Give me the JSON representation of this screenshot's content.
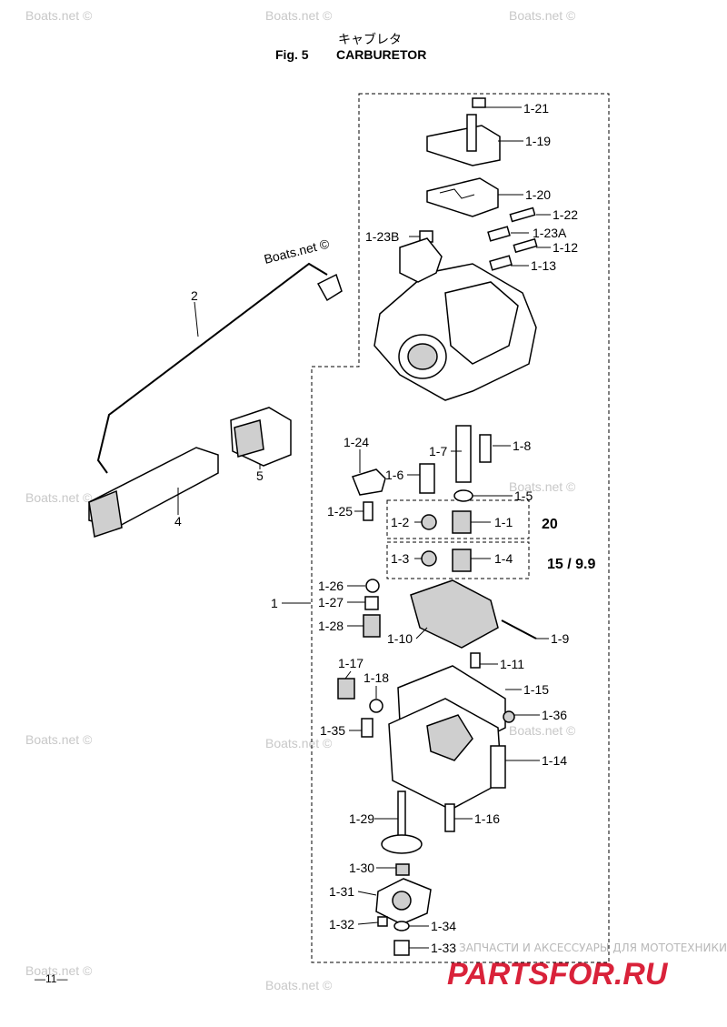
{
  "header": {
    "japanese_title": "キャブレタ",
    "fig": "Fig. 5",
    "title": "CARBURETOR"
  },
  "watermark": "Boats.net ©",
  "brand": {
    "tagline": "ЗАПЧАСТИ И АКСЕССУАРЫ ДЛЯ МОТОТЕХНИКИ",
    "name": "PARTSFOR.RU",
    "color": "#d9223a"
  },
  "page_number": "—11—",
  "variants": {
    "v20": "20",
    "v15": "15 / 9.9"
  },
  "callouts": {
    "p1_21": "1-21",
    "p1_19": "1-19",
    "p1_20": "1-20",
    "p1_22": "1-22",
    "p1_23a": "1-23A",
    "p1_23b": "1-23B",
    "p1_12": "1-12",
    "p1_13": "1-13",
    "p2": "2",
    "p1_24": "1-24",
    "p1_7": "1-7",
    "p1_8": "1-8",
    "p1_6": "1-6",
    "p5": "5",
    "p4": "4",
    "p1_5": "1-5",
    "p1_25": "1-25",
    "p1_2": "1-2",
    "p1_1": "1-1",
    "p1_3": "1-3",
    "p1_4": "1-4",
    "p1_26": "1-26",
    "p1": "1",
    "p1_27": "1-27",
    "p1_28": "1-28",
    "p1_10": "1-10",
    "p1_9": "1-9",
    "p1_11": "1-11",
    "p1_17": "1-17",
    "p1_18": "1-18",
    "p1_15": "1-15",
    "p1_36": "1-36",
    "p1_35": "1-35",
    "p1_14": "1-14",
    "p1_29": "1-29",
    "p1_16": "1-16",
    "p1_30": "1-30",
    "p1_31": "1-31",
    "p1_32": "1-32",
    "p1_34": "1-34",
    "p1_33": "1-33"
  }
}
